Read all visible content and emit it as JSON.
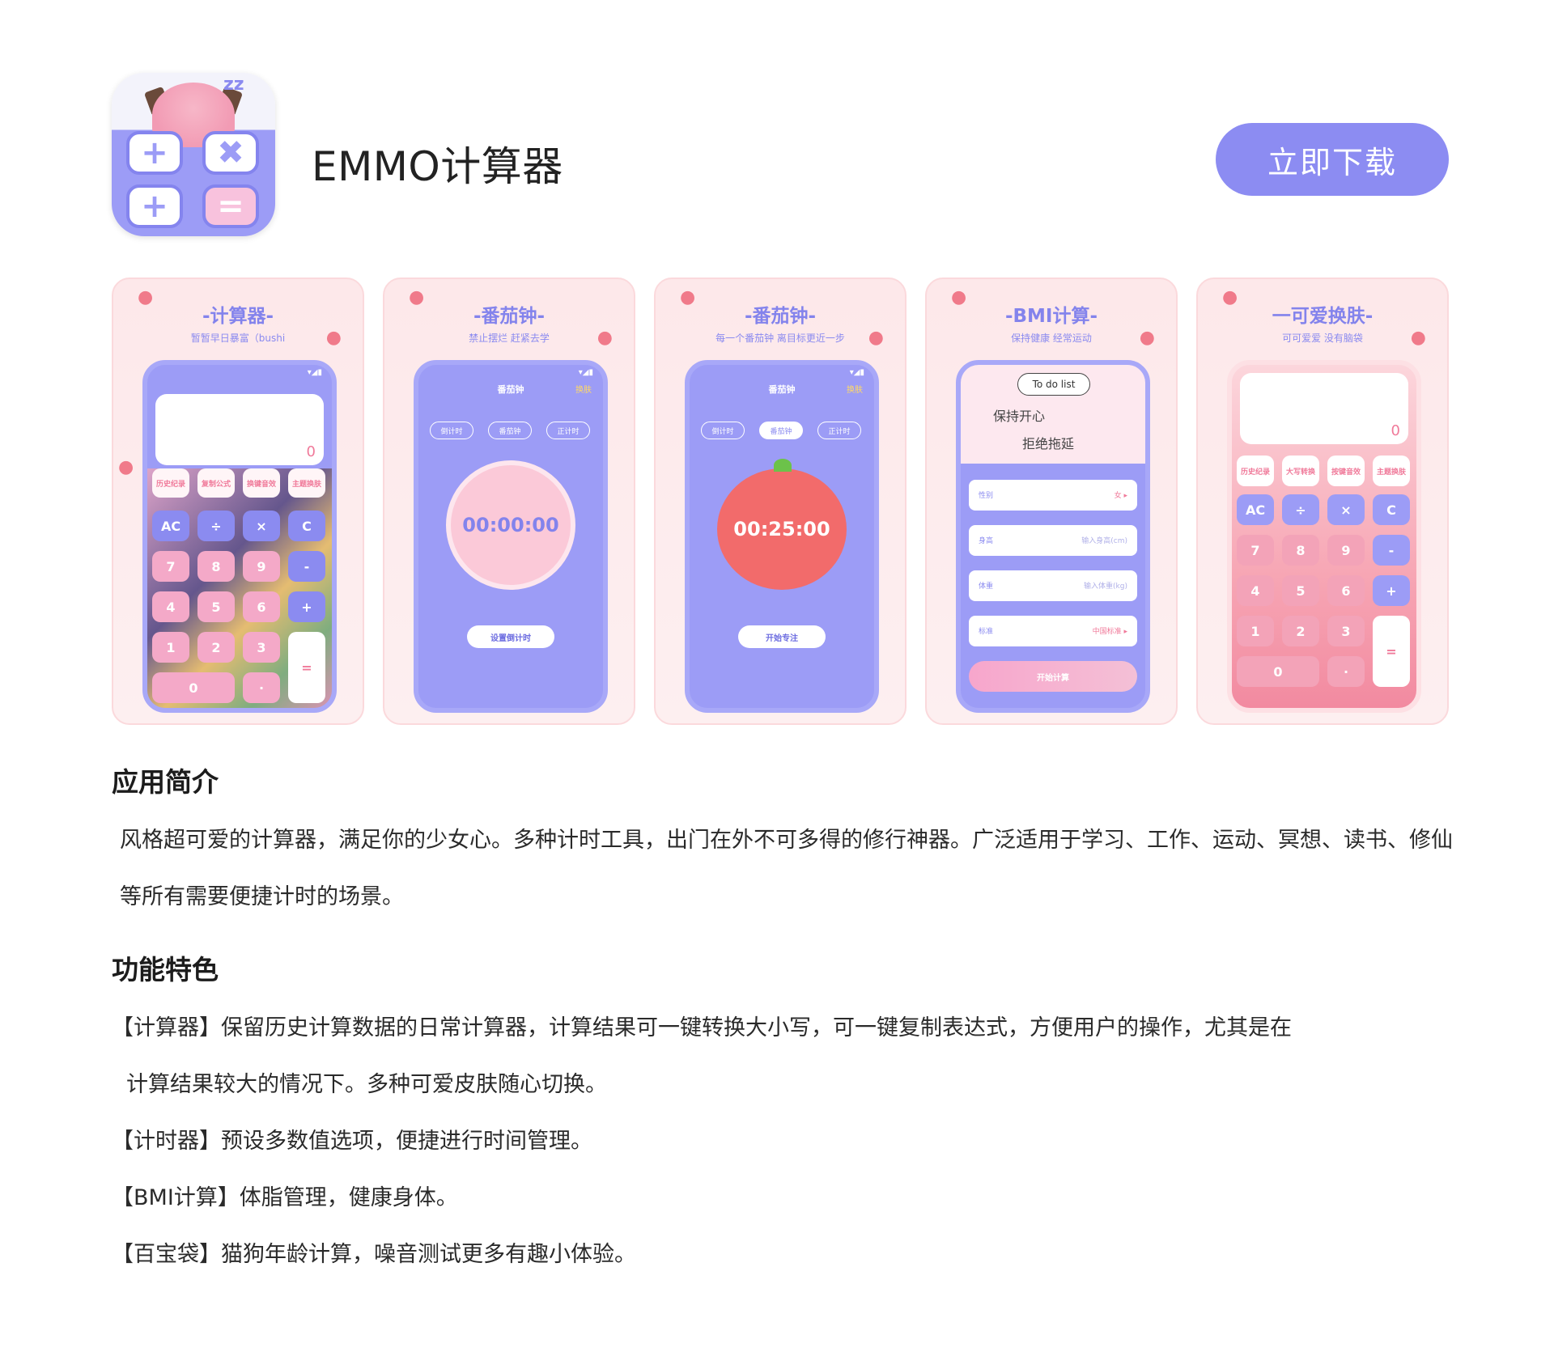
{
  "app": {
    "name": "EMMO计算器",
    "download_label": "立即下载",
    "icon_tiles": [
      "+",
      "✖",
      "+",
      "="
    ],
    "icon_zz": "zz"
  },
  "screenshots": [
    {
      "title": "-计算器-",
      "subtitle": "暂暂早日暴富（bushi",
      "display_value": "0",
      "top_keys": [
        "历史纪录",
        "复制公式",
        "换键音效",
        "主题换肤"
      ],
      "keys": [
        "AC",
        "÷",
        "×",
        "C",
        "7",
        "8",
        "9",
        "-",
        "4",
        "5",
        "6",
        "+",
        "1",
        "2",
        "3",
        "=",
        "0",
        "·"
      ]
    },
    {
      "title": "-番茄钟-",
      "subtitle": "禁止摆烂 赶紧去学",
      "header": "番茄钟",
      "corner": "换肤",
      "tabs": [
        "倒计时",
        "番茄钟",
        "正计时"
      ],
      "time": "00:00:00",
      "button": "设置倒计时"
    },
    {
      "title": "-番茄钟-",
      "subtitle": "每一个番茄钟 离目标更近一步",
      "header": "番茄钟",
      "corner": "换肤",
      "tabs": [
        "倒计时",
        "番茄钟",
        "正计时"
      ],
      "time": "00:25:00",
      "button": "开始专注"
    },
    {
      "title": "-BMI计算-",
      "subtitle": "保持健康 经常运动",
      "todo": "To do list",
      "note1": "保持开心",
      "note2": "拒绝拖延",
      "rows": [
        {
          "label": "性别",
          "value": "女 ▸"
        },
        {
          "label": "身高",
          "value": "输入身高(cm)"
        },
        {
          "label": "体重",
          "value": "输入体重(kg)"
        },
        {
          "label": "标准",
          "value": "中国标准 ▸"
        }
      ],
      "button": "开始计算"
    },
    {
      "title": "一可爱换肤-",
      "subtitle": "可可爱爱 没有脑袋",
      "display_value": "0",
      "top_keys": [
        "历史纪录",
        "大写转换",
        "按键音效",
        "主题换肤"
      ],
      "keys": [
        "AC",
        "÷",
        "×",
        "C",
        "7",
        "8",
        "9",
        "-",
        "4",
        "5",
        "6",
        "+",
        "1",
        "2",
        "3",
        "=",
        "0",
        "·"
      ]
    }
  ],
  "intro": {
    "heading": "应用简介",
    "text": "风格超可爱的计算器，满足你的少女心。多种计时工具，出门在外不可多得的修行神器。广泛适用于学习、工作、运动、冥想、读书、修仙等所有需要便捷计时的场景。"
  },
  "features": {
    "heading": "功能特色",
    "items": [
      "【计算器】保留历史计算数据的日常计算器，计算结果可一键转换大小写，可一键复制表达式，方便用户的操作，尤其是在",
      "计算结果较大的情况下。多种可爱皮肤随心切换。",
      "【计时器】预设多数值选项，便捷进行时间管理。",
      "【BMI计算】体脂管理，健康身体。",
      "【百宝袋】猫狗年龄计算，噪音测试更多有趣小体验。"
    ]
  },
  "colors": {
    "accent": "#8c8cf2",
    "pink": "#f4a9c8",
    "card_bg": "#fde8ea"
  }
}
